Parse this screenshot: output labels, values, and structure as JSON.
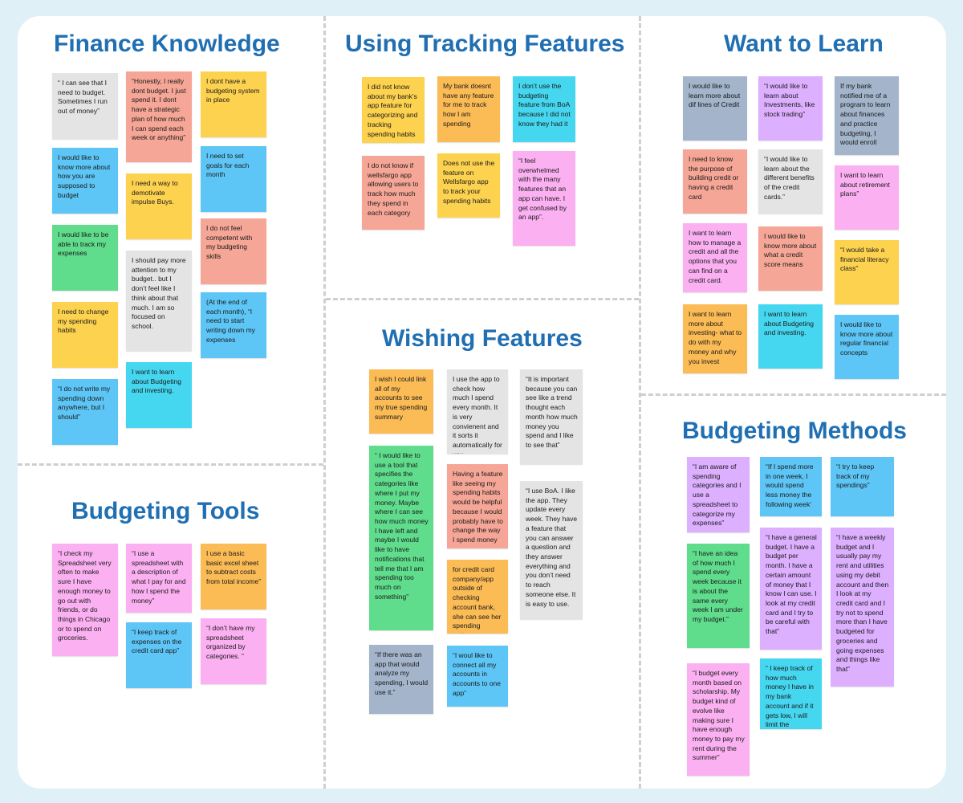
{
  "sections": {
    "finance_knowledge": {
      "title": "Finance Knowledge",
      "notes": [
        "“ I  can see that I need to budget. Sometimes I run out of money”",
        "I would like to know more about how you are supposed to budget",
        "I would like to be able to track my expenses",
        "I need to change my spending habits",
        "“I do not write my spending down anywhere, but I should”",
        "“Honestly, I really dont budget. I just spend it. I dont have a strategic plan of how much I can spend each week or anything”",
        "I need a way to demotivate impulse  Buys.",
        "I should pay more attention to my budget..  but I don’t feel like I think about that much.  I am so focused on school.",
        "I want to learn about Budgeting and investing.",
        "I dont have a budgeting system in place",
        "I need to set goals for each month",
        "I do not feel competent with my budgeting skills",
        "(At the end of each month), “I need to start writing down my expenses"
      ]
    },
    "tracking_features": {
      "title": "Using Tracking Features",
      "notes": [
        "I did not know about my bank’s app feature for categorizing and tracking spending habits",
        "My bank doesnt have any feature for me to track how I am spending",
        "I don’t use the budgeting feature from BoA because I did not know they had it",
        "I do not know if wellsfargo app allowing users to track how much they spend in each category",
        "Does not use the feature on Wellsfargo app to track your spending habits",
        "“I feel overwhelmed with the many features that an app can have.  I get confused by an app”."
      ]
    },
    "want_to_learn": {
      "title": "Want to Learn",
      "notes": [
        "I would like to learn more about dif lines of Credit",
        "“I would like to learn about Investments, like stock trading”",
        "If my bank notified me of a program to learn about finances and practice budgeting,  I would enroll",
        "I need to know the purpose of building credit or having a credit card",
        "“I would like to learn about the different benefits of the credit cards.”",
        "I want to learn about retirement plans”",
        "I want to learn how to manage a credit and all the options that you can find on a credit card.",
        "I would like to know more about what a credit score means",
        "“I would take a financial literacy class”",
        "I want to learn more about investing- what to do with my money and why you invest",
        "I want to learn about Budgeting and investing.",
        "I would like to know more about regular financial concepts"
      ]
    },
    "wishing_features": {
      "title": "Wishing Features",
      "notes": [
        "I wish I could link all of my accounts to see my true spending summary",
        "“ I would like to use a tool that specifies the categories like where I put my money.  Maybe where I can see how much money I have left and maybe I would like to have notifications that tell me that I am spending too much on something”",
        "“If there was an app that would analyze my spending, I would use it.”",
        "I use the app to check how much I spend every month.  It is very convienent and it sorts it automatically for you.",
        "Having a feature like seeing my spending habits would be helpful because I would probably have to change the way I spend money",
        "for credit card company/app outside of checking account bank, she can see her spending patterns",
        "“I woul like to connect all my accounts in accounts to one app”",
        "“It is important because you can see like a trend thought each month how much money you spend and I like to see that”",
        "“I use BoA. I like the app.  They update every week.  They have a feature that you can answer a question and they answer everything and you don’t need to reach someone else. It is easy to use."
      ]
    },
    "budgeting_tools": {
      "title": "Budgeting Tools",
      "notes": [
        "“I check my Spreadsheet very often to make sure I have enough money to go out with friends, or do things in Chicago or to spend on groceries.",
        "“I use a spreadsheet with a description of what I pay for and how I spend the money”",
        "“I keep track of expenses on the credit card app”",
        "I use a basic basic excel sheet to subtract costs from total income”",
        "“I don’t have my spreadsheet organized by categories. ”"
      ]
    },
    "budgeting_methods": {
      "title": "Budgeting Methods",
      "notes": [
        "“I am aware of spending categories and I use a spreadsheet to categorize my expenses”",
        "“I have an idea of how much I spend every week because it is about the same every week I am under my budget.”",
        "“I budget every month based on scholarship.  My budget kind of evolve like making sure I have enough money to pay my rent during the summer”",
        "“If I spend more in one week, I would spend less money the following week’",
        "“I have a general budget.  I have a budget per month.  I have a certain amount of money that I know I can use.  I look at my credit card and I try to be careful with that”",
        "“ I keep track of how much money I have in my bank account and if it gets low, I will limit the spending”",
        "“I try to keep track of my spendings”",
        "“I have  a weekly budget and I usually pay my rent and utilities using my debit account and then I look at my credit card and I try not to spend more than I have budgeted for groceries and going expenses and things like that”"
      ]
    }
  },
  "colors": {
    "title": "#1f6fb2",
    "gray": "#e4e4e4",
    "salmon": "#f6a696",
    "yellow": "#fdd24f",
    "blue": "#5dc6f6",
    "green": "#5fdc8c",
    "cyan": "#45d7f0",
    "pink": "#fbb0f2",
    "orange": "#fbbb55",
    "purple": "#dcafff",
    "slate": "#a3b4cb"
  }
}
